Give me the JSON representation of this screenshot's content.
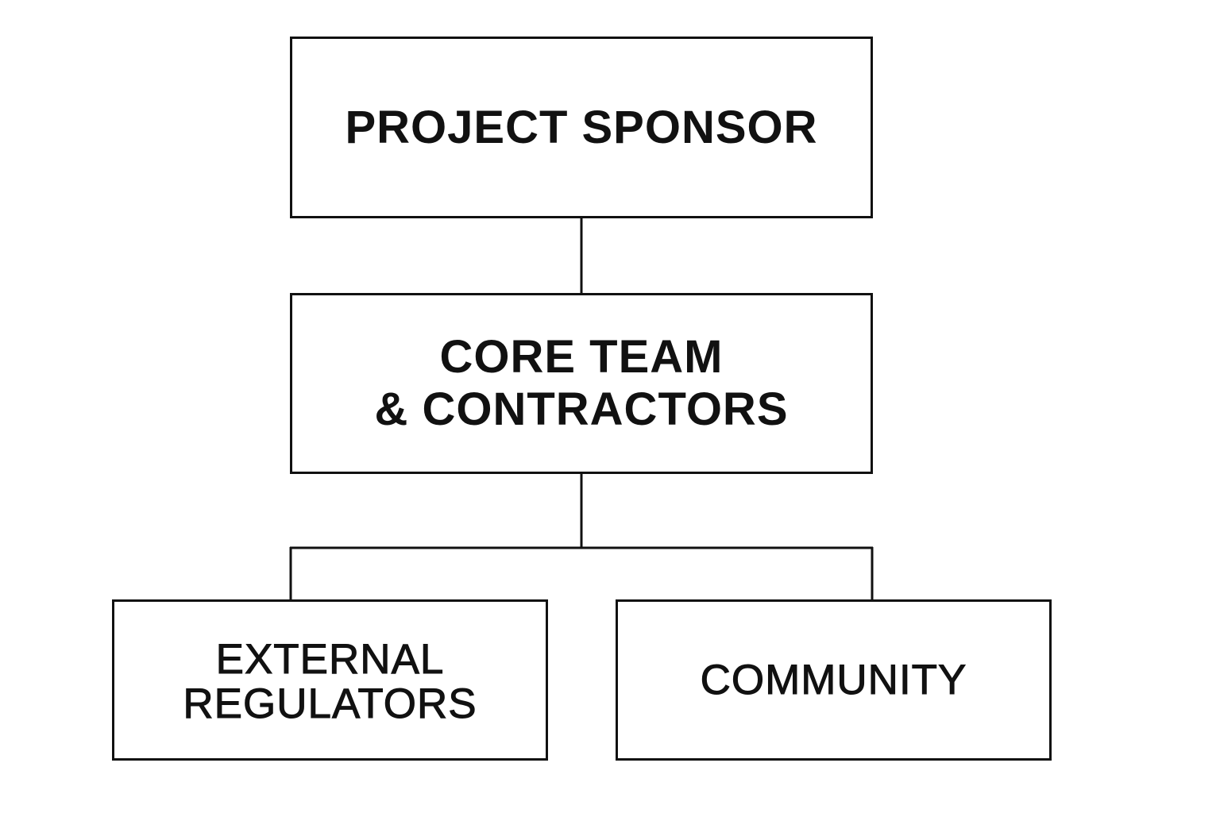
{
  "diagram": {
    "type": "org-chart",
    "line_color": "#111111",
    "box_border_color": "#111111",
    "background_color": "#ffffff",
    "nodes": {
      "sponsor": {
        "lines": [
          "PROJECT SPONSOR"
        ]
      },
      "core": {
        "lines": [
          "CORE TEAM",
          "& CONTRACTORS"
        ]
      },
      "regulators": {
        "lines": [
          "EXTERNAL",
          "REGULATORS"
        ]
      },
      "community": {
        "lines": [
          "COMMUNITY"
        ]
      }
    },
    "edges": [
      {
        "from": "sponsor",
        "to": "core"
      },
      {
        "from": "core",
        "to": "regulators"
      },
      {
        "from": "core",
        "to": "community"
      }
    ]
  }
}
